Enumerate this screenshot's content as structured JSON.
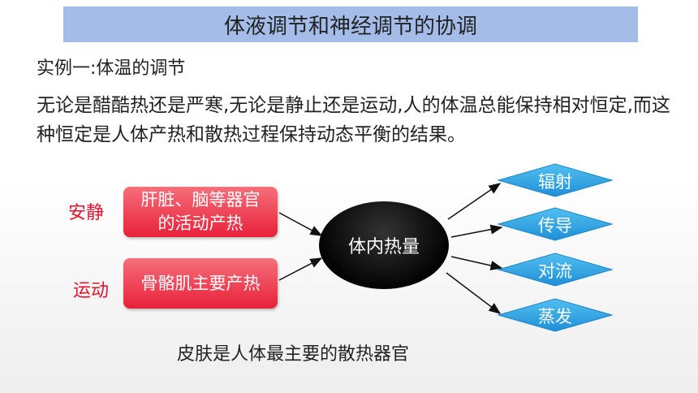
{
  "title": "体液调节和神经调节的协调",
  "subtitle": "实例一:体温的调节",
  "paragraph": "无论是醋酷热还是严寒,无论是静止还是运动,人的体温总能保持相对恒定,而这种恒定是人体产热和散热过程保持动态平衡的结果。",
  "diagram": {
    "rest_label": "安静",
    "exercise_label": "运动",
    "rest_source": "肝脏、脑等器官的活动产热",
    "exercise_source": "骨骼肌主要产热",
    "center": "体内热量",
    "outputs": [
      "辐射",
      "传导",
      "对流",
      "蒸发"
    ]
  },
  "caption": "皮肤是人体最主要的散热器官",
  "colors": {
    "title_bar": "#a3bde8",
    "source_box": "#e8203a",
    "side_label": "#e8102a",
    "diamond": "#2aa3e8",
    "center": "#000000"
  }
}
